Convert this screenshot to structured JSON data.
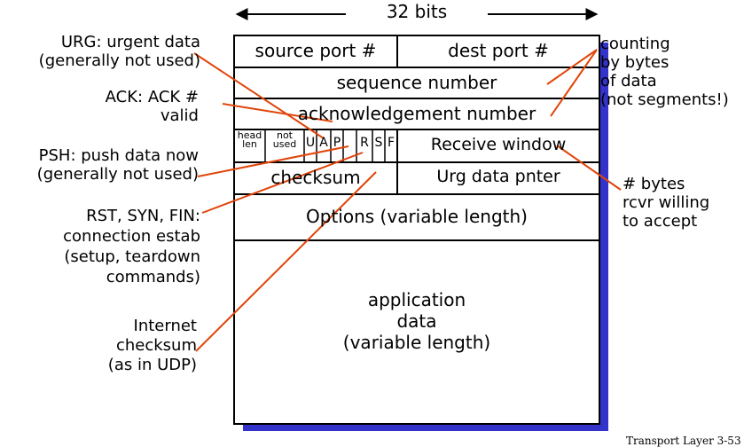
{
  "width_label": "32 bits",
  "header": {
    "source_port": "source port #",
    "dest_port": "dest port #",
    "sequence_number": "sequence number",
    "ack_number": "acknowledgement number",
    "head_len": [
      "head",
      "len"
    ],
    "not_used": [
      "not",
      "used"
    ],
    "flags": [
      "U",
      "A",
      "P",
      "R",
      "S",
      "F"
    ],
    "receive_window": "Receive window",
    "checksum": "checksum",
    "urg_pointer": "Urg data pnter",
    "options": "Options (variable length)",
    "app_data": [
      "application",
      "data",
      "(variable length)"
    ]
  },
  "annotations": {
    "urg": [
      "URG: urgent data",
      "(generally not used)"
    ],
    "ack": [
      "ACK: ACK #",
      "valid"
    ],
    "psh": [
      "PSH: push data now",
      "(generally not used)"
    ],
    "rst": [
      "RST, SYN, FIN:",
      "connection estab",
      "(setup, teardown",
      "commands)"
    ],
    "internet_checksum": [
      "Internet",
      "checksum",
      "(as in UDP)"
    ],
    "counting": [
      "counting",
      "by bytes",
      "of data",
      "(not segments!)"
    ],
    "rcvr": [
      "# bytes",
      "rcvr willing",
      "to accept"
    ]
  },
  "footer": "Transport Layer    3-53",
  "colors": {
    "shadow": "#3333cc",
    "pointer": "#e0450a"
  }
}
